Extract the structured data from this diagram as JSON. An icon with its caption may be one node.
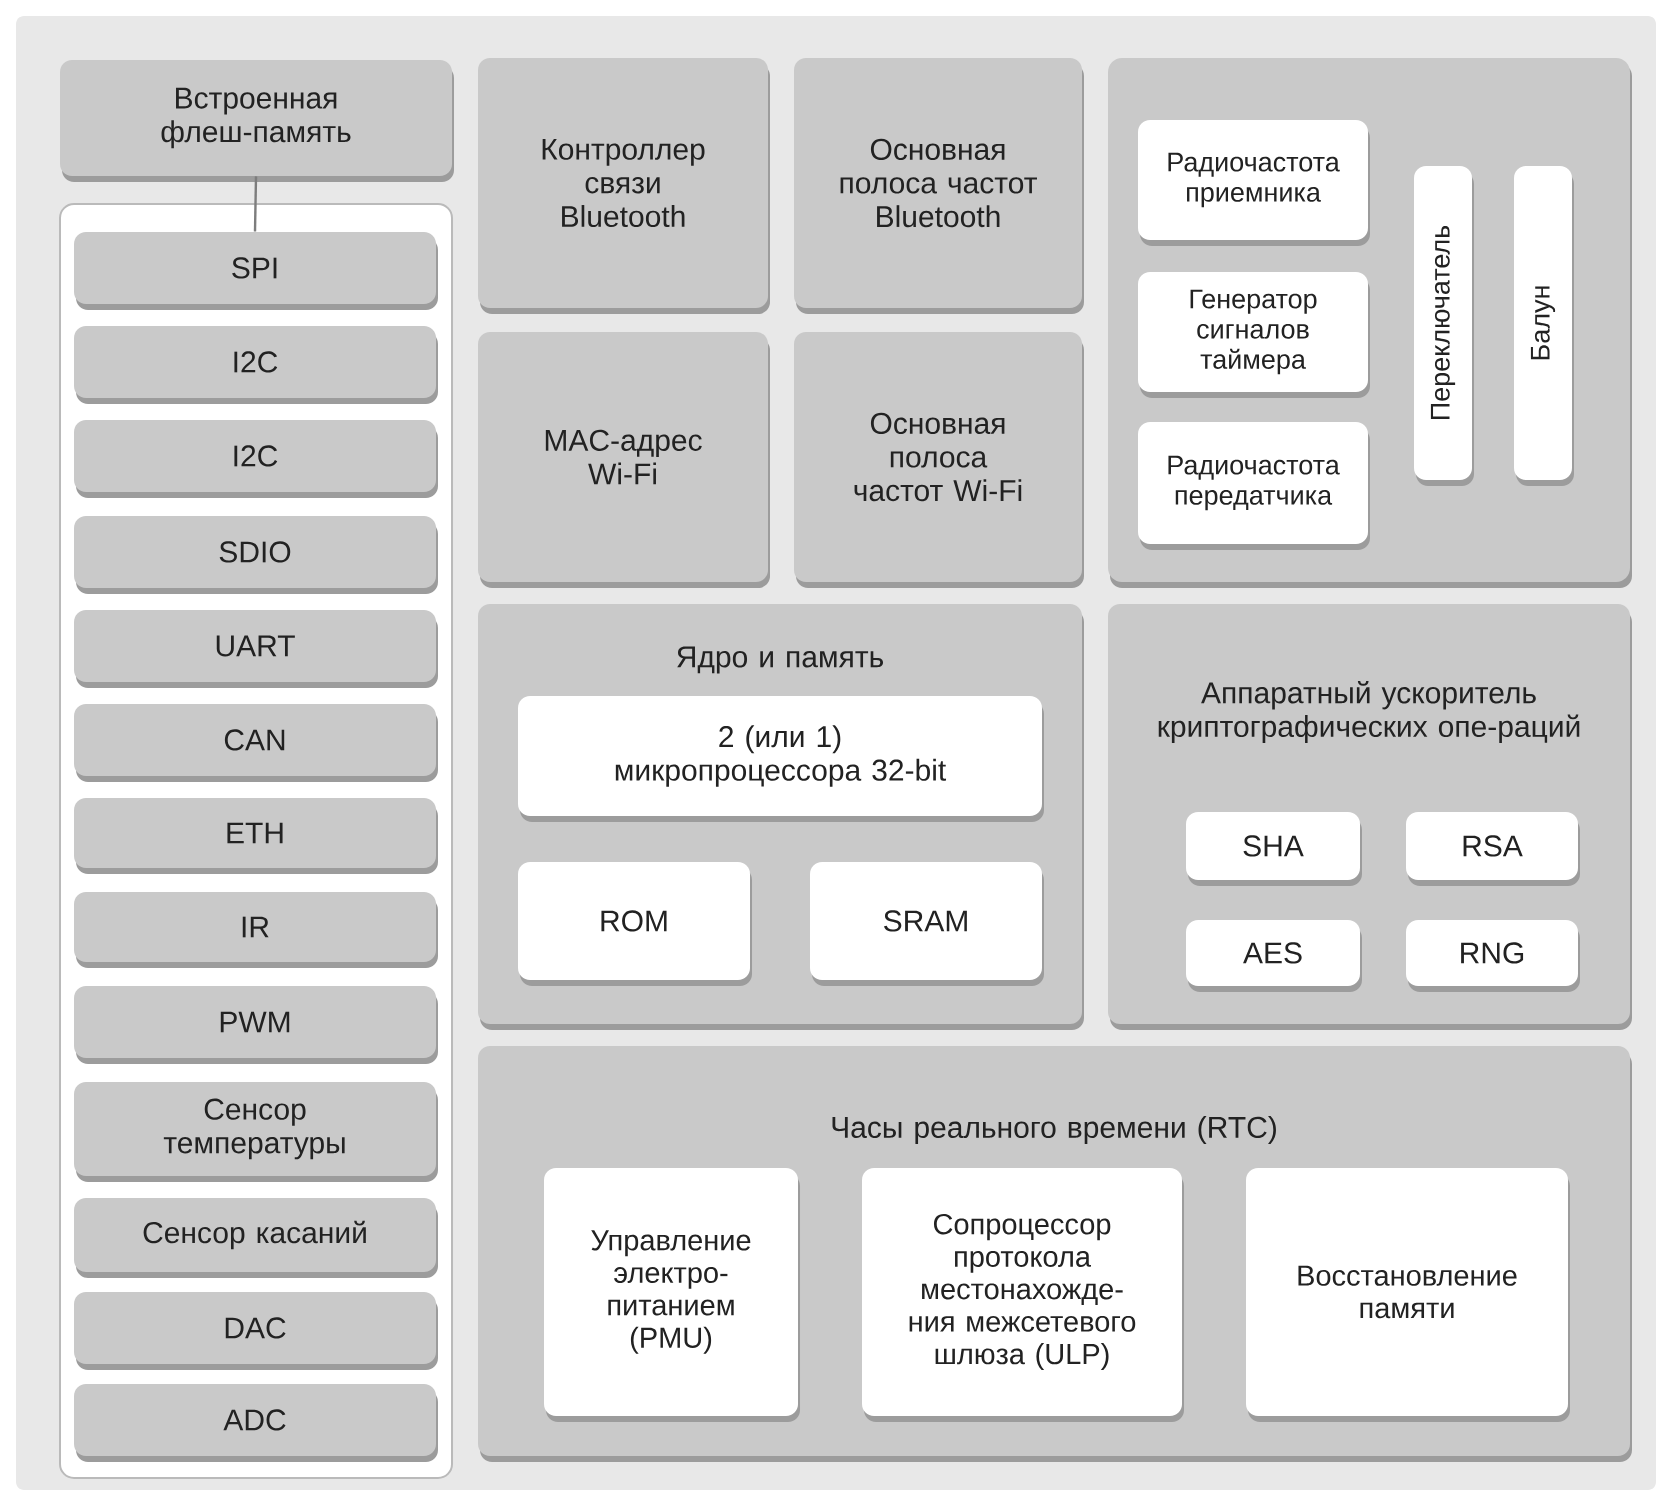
{
  "diagram": {
    "nodes": [
      {
        "text": [
          "Встроенная флеш-память"
        ]
      },
      {
        "text": [],
        "shape": "box"
      },
      {
        "text": [
          "SPI"
        ],
        "in": 1
      },
      {
        "text": [
          "I2C"
        ],
        "in": 1
      },
      {
        "text": [
          "I2C"
        ],
        "in": 1
      },
      {
        "text": [
          "SDIO"
        ],
        "in": 1
      },
      {
        "text": [
          "UART"
        ],
        "in": 1
      },
      {
        "text": [
          "CAN"
        ],
        "in": 1
      },
      {
        "text": [
          "ETH"
        ],
        "in": 1
      },
      {
        "text": [
          "IR"
        ],
        "in": 1
      },
      {
        "text": [
          "PWM"
        ],
        "in": 1
      },
      {
        "text": [
          "Сенсор температуры"
        ],
        "in": 1
      },
      {
        "text": [
          "Сенсор касаний"
        ],
        "in": 1
      },
      {
        "text": [
          "DAC"
        ],
        "in": 1
      },
      {
        "text": [
          "ADC"
        ],
        "in": 1
      },
      {
        "text": [
          "Контроллер связи Bluetooth"
        ]
      },
      {
        "text": [
          "Основная полоса частот Bluetooth"
        ]
      },
      {
        "text": [
          "MAC-адрес Wi-Fi"
        ]
      },
      {
        "text": [
          "Основная полоса частот Wi-Fi"
        ]
      },
      {
        "text": [],
        "shape": "box"
      },
      {
        "text": [
          "Радиочастота приемника"
        ],
        "in": 19
      },
      {
        "text": [
          "Генератор сигналов таймера"
        ],
        "in": 19
      },
      {
        "text": [
          "Радиочастота передатчика"
        ],
        "in": 19
      },
      {
        "text": [
          "Переключатель"
        ],
        "in": 19
      },
      {
        "text": [
          "Балун"
        ],
        "in": 19
      },
      {
        "text": [
          "Ядро и память"
        ]
      },
      {
        "text": [
          "2 (или 1) микропроцессора 32-bit"
        ],
        "in": 25
      },
      {
        "text": [
          "ROM"
        ],
        "in": 25
      },
      {
        "text": [
          "SRAM"
        ],
        "in": 25
      },
      {
        "text": [
          "Аппаратный ускоритель криптографических опе-раций"
        ]
      },
      {
        "text": [
          "SHA"
        ],
        "in": 29
      },
      {
        "text": [
          "RSA"
        ],
        "in": 29
      },
      {
        "text": [
          "AES"
        ],
        "in": 29
      },
      {
        "text": [
          "RNG"
        ],
        "in": 29
      },
      {
        "text": [
          "Часы реального времени (RTC)"
        ]
      },
      {
        "text": [
          "Управление электро-питанием (PMU)"
        ],
        "in": 34
      },
      {
        "text": [
          "Сопроцессор протокола местонахожде-ния межсетевого шлюза (ULP)"
        ],
        "in": 34
      },
      {
        "text": [
          "Восстановление памяти"
        ],
        "in": 34
      }
    ],
    "edges": [
      {
        "from": 0,
        "to": 2,
        "arrow": "none"
      }
    ]
  }
}
